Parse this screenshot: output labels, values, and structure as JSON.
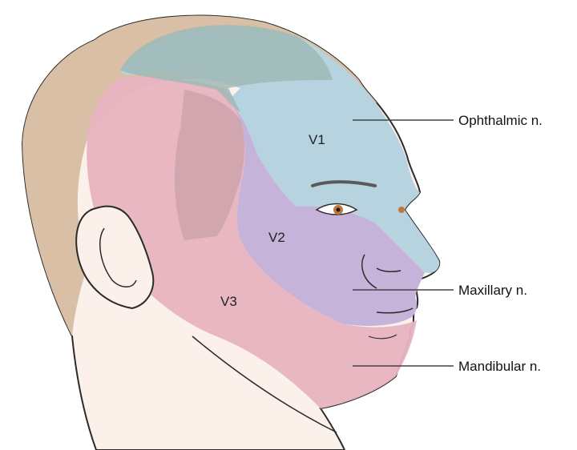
{
  "zones": [
    {
      "id": "V1",
      "label": "V1",
      "nerve": "Ophthalmic n.",
      "color": "#b7d3df"
    },
    {
      "id": "V2",
      "label": "V2",
      "nerve": "Maxillary n.",
      "color": "#c5b3d9"
    },
    {
      "id": "V3",
      "label": "V3",
      "nerve": "Mandibular n.",
      "color": "#e8b3c0"
    }
  ],
  "colors": {
    "hair": "#d8bfa6",
    "skin": "#fbf1ea",
    "outline": "#2b2b2b",
    "leader": "#444444",
    "iris": "#c0763a"
  }
}
